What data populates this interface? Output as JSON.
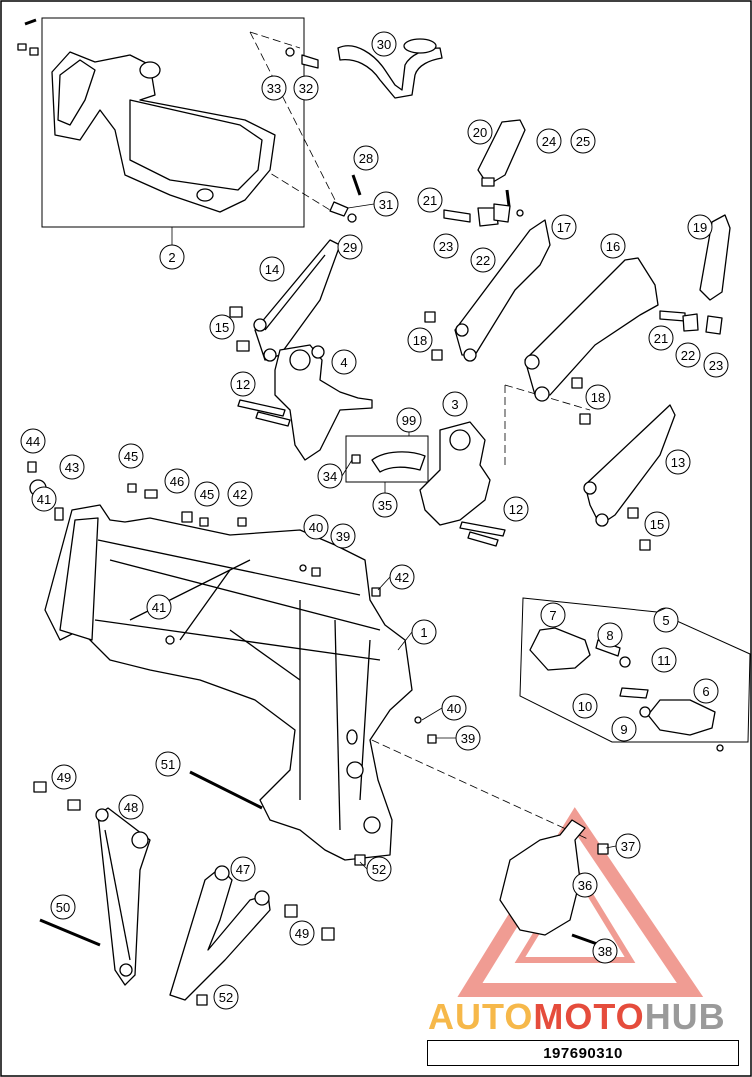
{
  "diagram": {
    "reference_number": "197690310",
    "watermark": {
      "part1": "AUTO",
      "part2": "MOTO",
      "part3": "HUB"
    },
    "callouts": [
      "1",
      "2",
      "3",
      "4",
      "5",
      "6",
      "7",
      "8",
      "9",
      "10",
      "11",
      "12",
      "12",
      "13",
      "14",
      "15",
      "15",
      "16",
      "17",
      "18",
      "18",
      "19",
      "20",
      "21",
      "21",
      "22",
      "22",
      "23",
      "23",
      "24",
      "25",
      "28",
      "29",
      "30",
      "31",
      "32",
      "33",
      "34",
      "35",
      "36",
      "37",
      "38",
      "39",
      "39",
      "40",
      "40",
      "41",
      "41",
      "42",
      "42",
      "43",
      "44",
      "45",
      "45",
      "46",
      "47",
      "48",
      "49",
      "49",
      "50",
      "51",
      "52",
      "52",
      "99"
    ]
  }
}
